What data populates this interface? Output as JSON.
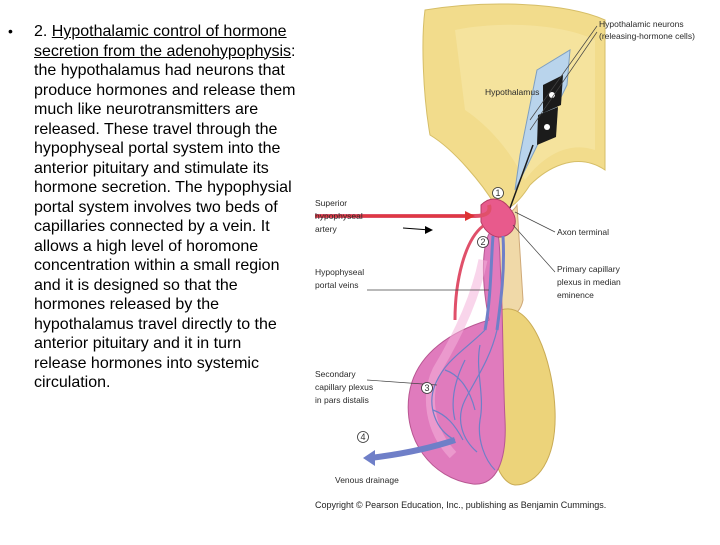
{
  "slide": {
    "bullet": "•",
    "prefix": "2. ",
    "heading": "Hypothalamic control of hormone secretion from the adenohypophysis",
    "body": ": the hypothalamus had neurons that produce hormones and release them much like neurotransmitters are released. These travel through the hypophyseal portal system into the anterior pituitary and stimulate its hormone secretion. The hypophysial portal system involves two beds of capillaries connected by a vein. It allows a high level of horomone concentration within a small region and it is designed so that the hormones released by the hypothalamus travel directly to the anterior pituitary  and it in turn release hormones into systemic circulation."
  },
  "figure": {
    "labels": {
      "neurons_1": "Hypothalamic neurons",
      "neurons_2": "(releasing-hormone cells)",
      "hypothalamus": "Hypothalamus",
      "superior_1": "Superior",
      "superior_2": "hypophyseal",
      "superior_3": "artery",
      "axon_terminal": "Axon terminal",
      "portal_1": "Hypophyseal",
      "portal_2": "portal veins",
      "primary_1": "Primary capillary",
      "primary_2": "plexus in median",
      "primary_3": "eminence",
      "secondary_1": "Secondary",
      "secondary_2": "capillary plexus",
      "secondary_3": "in pars distalis",
      "venous": "Venous drainage"
    },
    "steps": [
      "1",
      "2",
      "3",
      "4"
    ],
    "copyright": "Copyright © Pearson Education, Inc., publishing as Benjamin Cummings."
  },
  "colors": {
    "hypothalamus": "#f2dc8c",
    "posterior_lobe": "#ecd37a",
    "anterior_lobe": "#e07bbd",
    "artery": "#e0506a",
    "vein": "#6f7fc8"
  }
}
